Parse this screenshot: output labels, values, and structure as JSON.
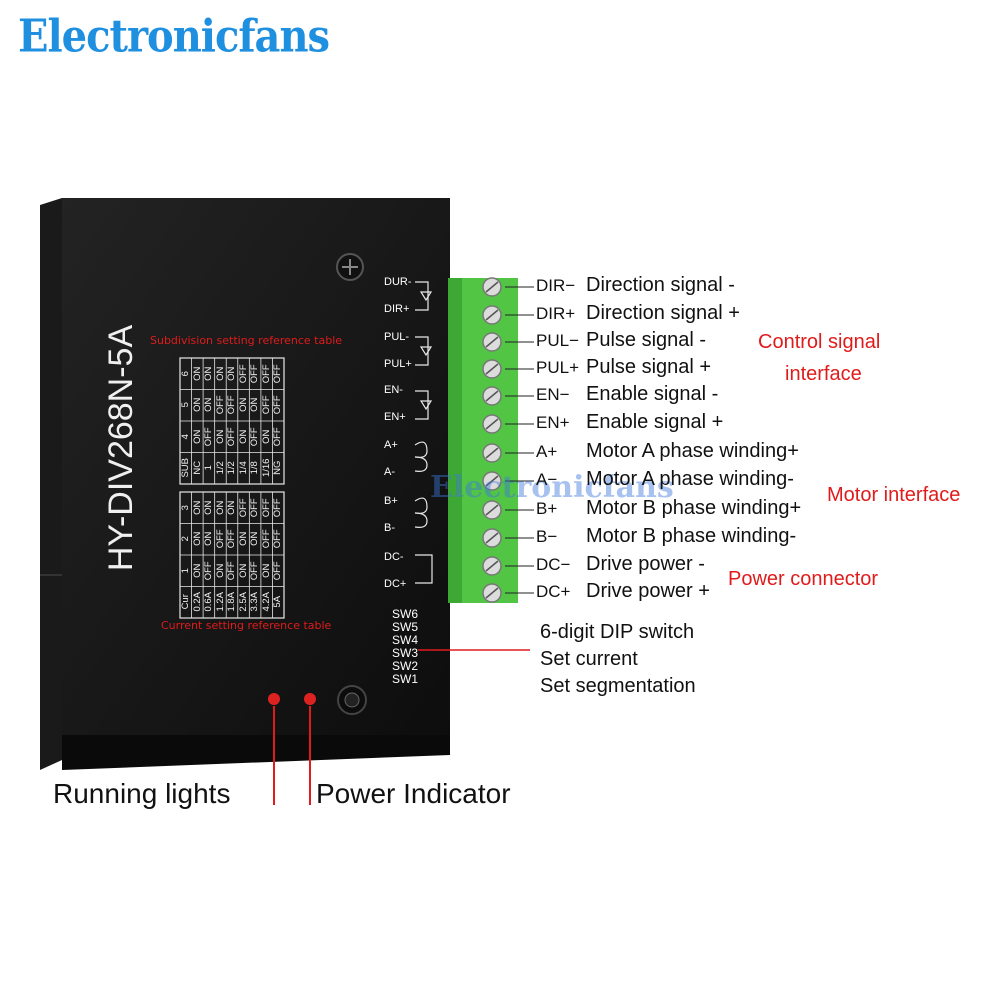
{
  "brand": "Electronicfans",
  "watermark": "Electronicfans",
  "device": {
    "model": "HY-DIV268N-5A",
    "subdivision_caption": "Subdivision setting reference table",
    "current_caption": "Current setting reference table",
    "subdivision_table": {
      "header": [
        "SUB",
        "4",
        "5",
        "6"
      ],
      "rows": [
        [
          "NC",
          "ON",
          "ON",
          "ON"
        ],
        [
          "1",
          "OFF",
          "ON",
          "ON"
        ],
        [
          "1/2",
          "ON",
          "OFF",
          "ON"
        ],
        [
          "1/2",
          "OFF",
          "OFF",
          "ON"
        ],
        [
          "1/4",
          "ON",
          "ON",
          "OFF"
        ],
        [
          "1/8",
          "OFF",
          "ON",
          "OFF"
        ],
        [
          "1/16",
          "ON",
          "OFF",
          "OFF"
        ],
        [
          "NG",
          "OFF",
          "OFF",
          "OFF"
        ]
      ]
    },
    "current_table": {
      "header": [
        "Cur",
        "1",
        "2",
        "3"
      ],
      "rows": [
        [
          "0.2A",
          "ON",
          "ON",
          "ON"
        ],
        [
          "0.6A",
          "OFF",
          "ON",
          "ON"
        ],
        [
          "1.2A",
          "ON",
          "OFF",
          "ON"
        ],
        [
          "1.8A",
          "OFF",
          "OFF",
          "ON"
        ],
        [
          "2.5A",
          "ON",
          "ON",
          "OFF"
        ],
        [
          "3.3A",
          "OFF",
          "ON",
          "OFF"
        ],
        [
          "4.2A",
          "ON",
          "OFF",
          "OFF"
        ],
        [
          "5A",
          "OFF",
          "OFF",
          "OFF"
        ]
      ]
    },
    "pin_labels": [
      "DUR-",
      "DIR+",
      "PUL-",
      "PUL+",
      "EN-",
      "EN+",
      "A+",
      "A-",
      "B+",
      "B-",
      "DC-",
      "DC+"
    ],
    "switch_labels": [
      "SW6",
      "SW5",
      "SW4",
      "SW3",
      "SW2",
      "SW1"
    ]
  },
  "terminals": [
    {
      "pin": "DIR−",
      "desc": "Direction signal -"
    },
    {
      "pin": "DIR+",
      "desc": "Direction signal +"
    },
    {
      "pin": "PUL−",
      "desc": "Pulse signal -"
    },
    {
      "pin": "PUL+",
      "desc": "Pulse signal +"
    },
    {
      "pin": "EN−",
      "desc": "Enable signal -"
    },
    {
      "pin": "EN+",
      "desc": "Enable signal +"
    },
    {
      "pin": "A+",
      "desc": "Motor A phase winding+"
    },
    {
      "pin": "A−",
      "desc": "Motor A phase winding-"
    },
    {
      "pin": "B+",
      "desc": "Motor B phase winding+"
    },
    {
      "pin": "B−",
      "desc": "Motor B phase winding-"
    },
    {
      "pin": "DC−",
      "desc": "Drive power -"
    },
    {
      "pin": "DC+",
      "desc": "Drive power +"
    }
  ],
  "groups": {
    "control_line1": "Control signal",
    "control_line2": "interface",
    "motor": "Motor interface",
    "power": "Power connector"
  },
  "dip": {
    "line1": "6-digit DIP switch",
    "line2": "Set current",
    "line3": "Set segmentation"
  },
  "indicators": {
    "running": "Running lights",
    "power": "Power Indicator"
  },
  "colors": {
    "brand": "#1f8fe0",
    "annotation_red": "#e01b1b",
    "terminal_green": "#52c545",
    "device_body": "#141414"
  }
}
